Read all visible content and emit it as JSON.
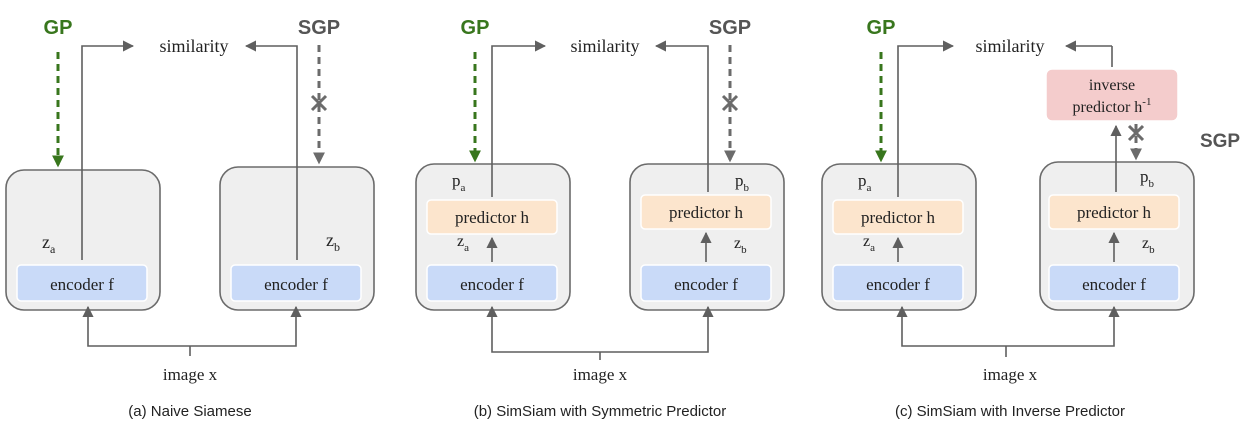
{
  "panels": [
    {
      "gp": "GP",
      "sgp": "SGP",
      "similarity": "similarity",
      "encoder_a": "encoder f",
      "encoder_b": "encoder f",
      "z_a": "z",
      "z_a_sub": "a",
      "z_b": "z",
      "z_b_sub": "b",
      "image": "image x",
      "caption": "(a) Naive Siamese"
    },
    {
      "gp": "GP",
      "sgp": "SGP",
      "similarity": "similarity",
      "encoder_a": "encoder f",
      "encoder_b": "encoder f",
      "predictor_a": "predictor h",
      "predictor_b": "predictor h",
      "z_a": "z",
      "z_a_sub": "a",
      "z_b": "z",
      "z_b_sub": "b",
      "p_a": "p",
      "p_a_sub": "a",
      "p_b": "p",
      "p_b_sub": "b",
      "image": "image x",
      "caption": "(b) SimSiam with Symmetric Predictor"
    },
    {
      "gp": "GP",
      "sgp": "SGP",
      "similarity": "similarity",
      "encoder_a": "encoder f",
      "encoder_b": "encoder f",
      "predictor_a": "predictor h",
      "predictor_b": "predictor h",
      "inverse_line1": "inverse",
      "inverse_line2": "predictor h",
      "inverse_sup": "-1",
      "z_a": "z",
      "z_a_sub": "a",
      "z_b": "z",
      "z_b_sub": "b",
      "p_a": "p",
      "p_a_sub": "a",
      "p_b": "p",
      "p_b_sub": "b",
      "image": "image x",
      "caption": "(c) SimSiam with Inverse Predictor"
    }
  ],
  "colors": {
    "gp_arrow": "#38761d",
    "sgp_arrow": "#6b6b6b",
    "encoder_fill": "#c9daf8",
    "predictor_fill": "#fce5cd",
    "inverse_fill": "#f4cccc",
    "box_fill": "#efefef"
  }
}
